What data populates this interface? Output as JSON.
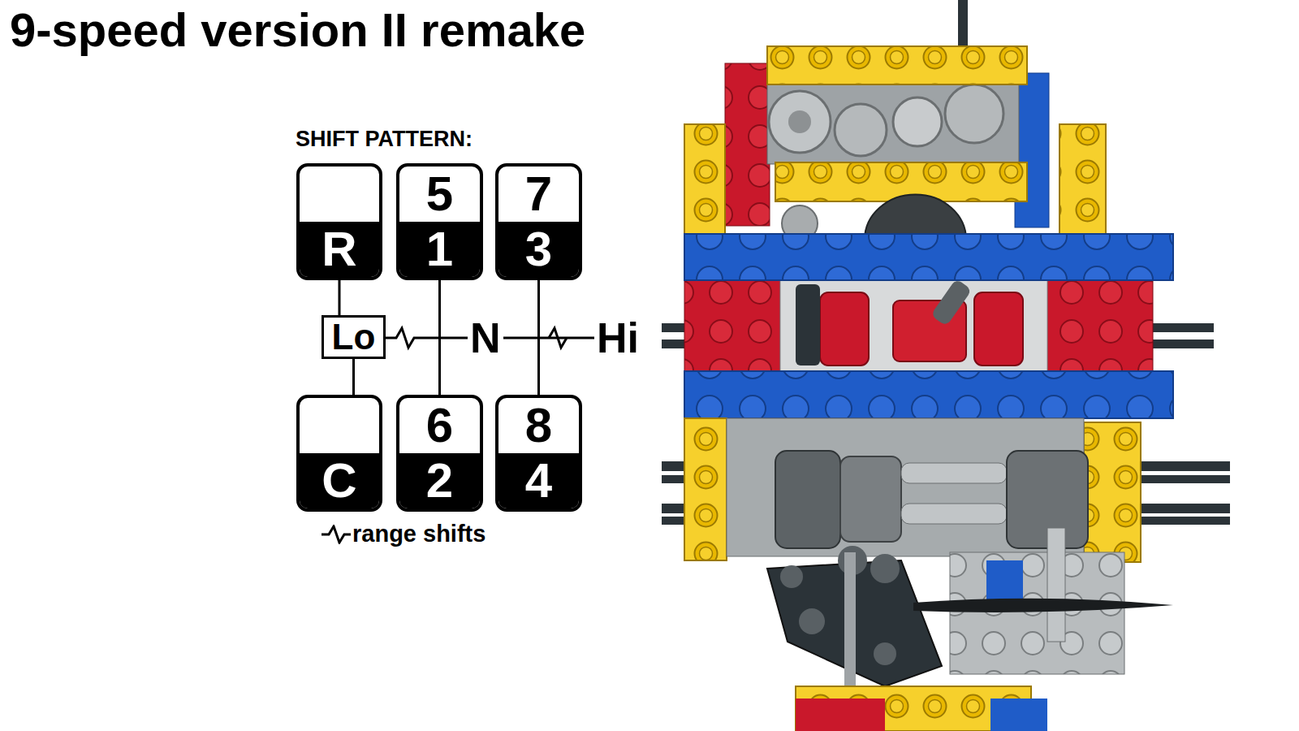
{
  "diagram": {
    "title": "9-speed version II remake",
    "nodes": [
      {
        "text": [
          "R"
        ]
      },
      {
        "text": [
          "5",
          "1"
        ]
      },
      {
        "text": [
          "7",
          "3"
        ]
      },
      {
        "text": [
          "Lo"
        ]
      },
      {
        "text": [
          "C"
        ]
      },
      {
        "text": [
          "6",
          "2"
        ]
      },
      {
        "text": [
          "8",
          "4"
        ]
      }
    ],
    "edges": [
      {
        "from": 0,
        "to": 3,
        "arrow": "none"
      },
      {
        "from": 3,
        "to": 4,
        "arrow": "none"
      },
      {
        "from": 1,
        "to": 5,
        "arrow": "none"
      },
      {
        "from": 2,
        "to": 6,
        "arrow": "none"
      }
    ],
    "labels": [
      "SHIFT PATTERN:",
      "N",
      "Hi"
    ],
    "legend": [
      {
        "text": "range shifts"
      }
    ]
  }
}
